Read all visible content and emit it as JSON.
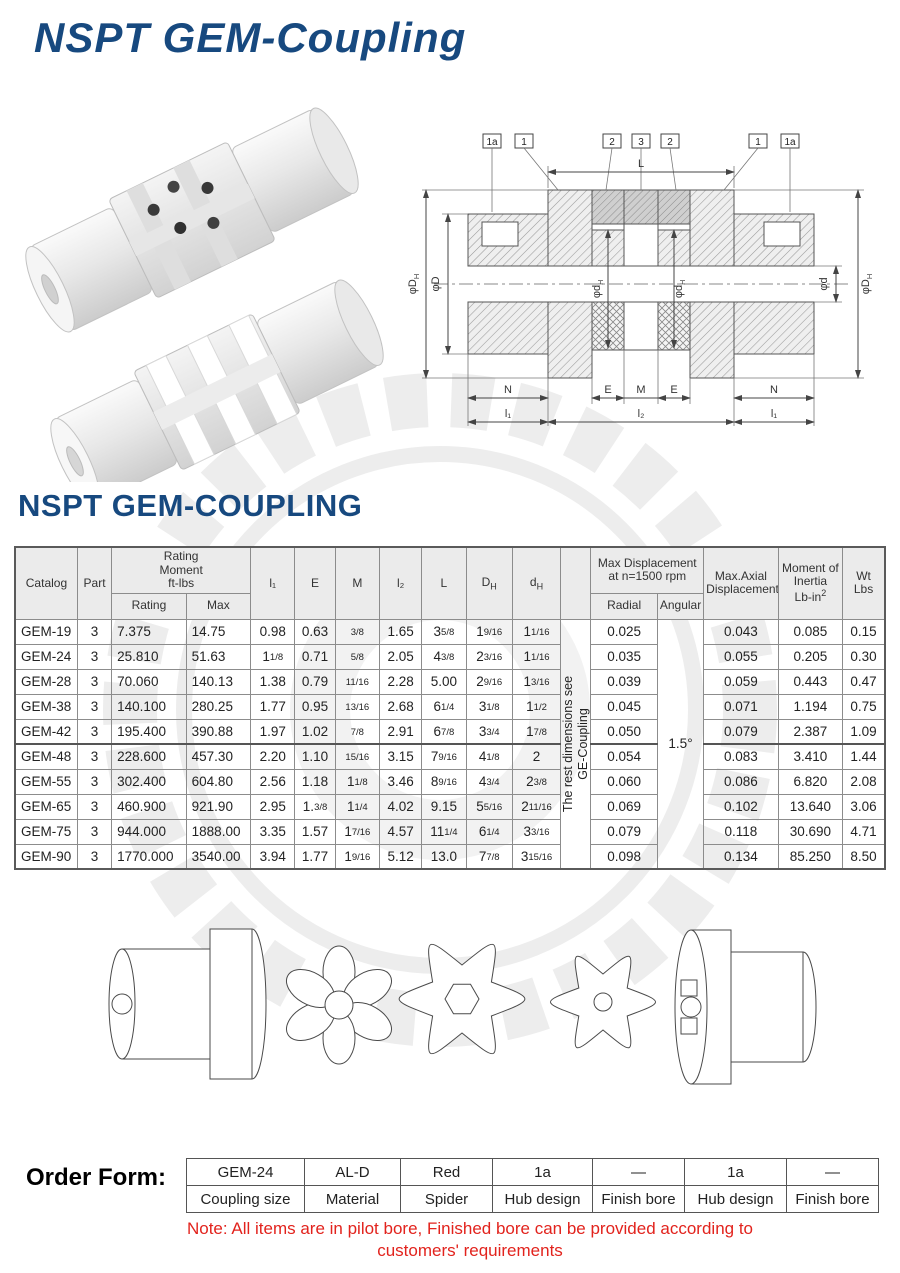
{
  "page": {
    "title": "NSPT GEM-Coupling",
    "section_title": "NSPT GEM-COUPLING"
  },
  "diagram": {
    "callouts": [
      "1a",
      "1",
      "2",
      "3",
      "2",
      "1",
      "1a"
    ],
    "dim_length": "L",
    "dia_dims": [
      {
        "t": "φD",
        "s": "H"
      },
      {
        "t": "φD",
        "s": ""
      },
      {
        "t": "φd",
        "s": "H"
      },
      {
        "t": "φd",
        "s": "H"
      },
      {
        "t": "φd",
        "s": ""
      },
      {
        "t": "φD",
        "s": "H"
      }
    ],
    "bottom_dims": [
      "N",
      "E",
      "M",
      "E",
      "N"
    ],
    "length_dims": [
      "l₁",
      "l₂",
      "l₁"
    ]
  },
  "table": {
    "headers": {
      "catalog": "Catalog",
      "part": "Part",
      "rating_group": "Rating\nMoment\nft-lbs",
      "rating": "Rating",
      "max": "Max",
      "l1": "l₁",
      "e": "E",
      "m": "M",
      "l2": "l₂",
      "L": "L",
      "dh_big": "D_H",
      "dh_small": "d_H",
      "maxdisp_group": "Max Displacement\nat n=1500 rpm",
      "radial": "Radial",
      "angular": "Angular",
      "axial": "Max.Axial\nDisplacement",
      "inertia": "Moment of\nInertia\nLb-in^2",
      "wt": "Wt\nLbs"
    },
    "vertical_note": "The rest dimensions see\nGE-Coupling",
    "angular_value": "1.5°",
    "rows": [
      [
        "GEM-19",
        "3",
        "7.375",
        "14.75",
        "0.98",
        "0.63",
        "3/8",
        "1.65",
        "3 5/8",
        "1 9/16",
        "1 1/16",
        "0.025",
        "0.043",
        "0.085",
        "0.15"
      ],
      [
        "GEM-24",
        "3",
        "25.810",
        "51.63",
        "1 1/8",
        "0.71",
        "5/8",
        "2.05",
        "4 3/8",
        "2 3/16",
        "1 1/16",
        "0.035",
        "0.055",
        "0.205",
        "0.30"
      ],
      [
        "GEM-28",
        "3",
        "70.060",
        "140.13",
        "1.38",
        "0.79",
        "11/16",
        "2.28",
        "5.00",
        "2 9/16",
        "1 3/16",
        "0.039",
        "0.059",
        "0.443",
        "0.47"
      ],
      [
        "GEM-38",
        "3",
        "140.100",
        "280.25",
        "1.77",
        "0.95",
        "13/16",
        "2.68",
        "6 1/4",
        "3 1/8",
        "1 1/2",
        "0.045",
        "0.071",
        "1.194",
        "0.75"
      ],
      [
        "GEM-42",
        "3",
        "195.400",
        "390.88",
        "1.97",
        "1.02",
        "7/8",
        "2.91",
        "6 7/8",
        "3 3/4",
        "1 7/8",
        "0.050",
        "0.079",
        "2.387",
        "1.09"
      ],
      [
        "GEM-48",
        "3",
        "228.600",
        "457.30",
        "2.20",
        "1.10",
        "15/16",
        "3.15",
        "7 9/16",
        "4 1/8",
        "2",
        "0.054",
        "0.083",
        "3.410",
        "1.44"
      ],
      [
        "GEM-55",
        "3",
        "302.400",
        "604.80",
        "2.56",
        "1.18",
        "1 1/8",
        "3.46",
        "8 9/16",
        "4 3/4",
        "2 3/8",
        "0.060",
        "0.086",
        "6.820",
        "2.08"
      ],
      [
        "GEM-65",
        "3",
        "460.900",
        "921.90",
        "2.95",
        "1.3/8",
        "1 1/4",
        "4.02",
        "9.15",
        "5 5/16",
        "2 11/16",
        "0.069",
        "0.102",
        "13.640",
        "3.06"
      ],
      [
        "GEM-75",
        "3",
        "944.000",
        "1888.00",
        "3.35",
        "1.57",
        "1 7/16",
        "4.57",
        "11 1/4",
        "6 1/4",
        "3 3/16",
        "0.079",
        "0.118",
        "30.690",
        "4.71"
      ],
      [
        "GEM-90",
        "3",
        "1770.000",
        "3540.00",
        "3.94",
        "1.77",
        "1 9/16",
        "5.12",
        "13.0",
        "7 7/8",
        "3 15/16",
        "0.098",
        "0.134",
        "85.250",
        "8.50"
      ]
    ]
  },
  "order_form": {
    "label": "Order Form:",
    "values": [
      "GEM-24",
      "AL-D",
      "Red",
      "1a",
      "—",
      "1a",
      "—"
    ],
    "fields": [
      "Coupling size",
      "Material",
      "Spider",
      "Hub design",
      "Finish bore",
      "Hub design",
      "Finish bore"
    ]
  },
  "note": "Note: All items are in pilot bore, Finished bore can be provided according to\ncustomers' requirements"
}
